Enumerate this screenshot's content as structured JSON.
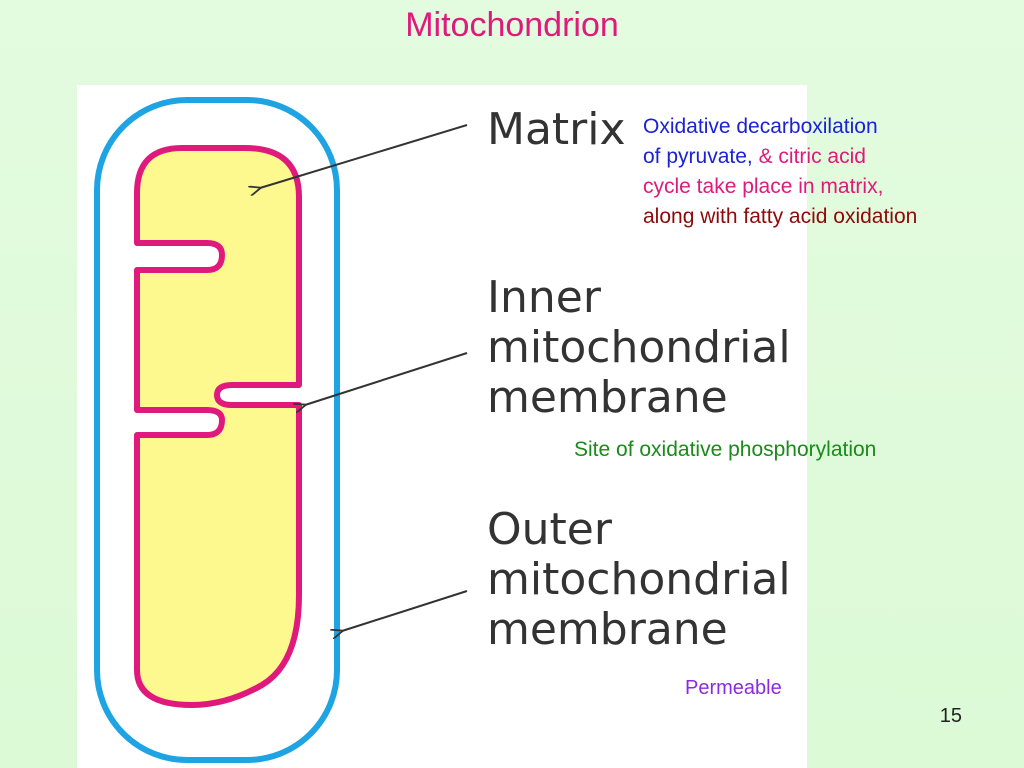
{
  "title": "Mitochondrion",
  "labels": {
    "matrix": "Matrix",
    "inner_line1": "Inner",
    "inner_line2": "mitochondrial",
    "inner_line3": "membrane",
    "outer_line1": "Outer",
    "outer_line2": "mitochondrial",
    "outer_line3": "membrane"
  },
  "notes": {
    "matrix_line1": "Oxidative decarboxilation",
    "matrix_line2a": "of pyruvate, ",
    "matrix_line2b": "& citric acid",
    "matrix_line3": "cycle take place in matrix,",
    "matrix_line4": "along with fatty acid oxidation",
    "inner": "Site of oxidative phosphorylation",
    "outer": "Permeable"
  },
  "page_number": "15",
  "colors": {
    "title": "#e0197c",
    "outer_membrane": "#1ea3e3",
    "inner_membrane": "#e0197c",
    "matrix_fill": "#fdf98e",
    "note_blue": "#1a22d4",
    "note_magenta": "#e0197c",
    "note_darkred": "#8b0b0b",
    "note_green": "#1a8a1a",
    "note_purple": "#8a2be2"
  }
}
